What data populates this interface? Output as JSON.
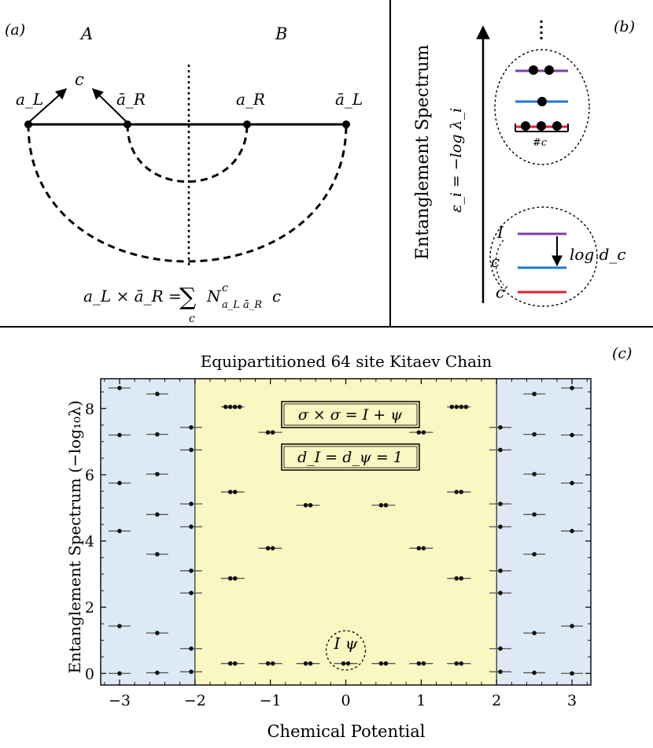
{
  "panel_a": {
    "tag": "(a)",
    "region_a": "A",
    "region_b": "B",
    "label_c": "c",
    "label_aL": "a_L",
    "label_abarR": "ā_R",
    "label_aR": "a_R",
    "label_abarL": "ā_L",
    "fusion_lhs": "a_L × ā_R =",
    "fusion_sum": "∑",
    "fusion_sum_sub": "c",
    "fusion_N": "N",
    "fusion_sup": "c",
    "fusion_sub": "a_L ā_R",
    "fusion_tail": "c"
  },
  "panel_b": {
    "tag": "(b)",
    "axis_title": "Entanglement Spectrum",
    "axis_formula": "ε_i = −log λ_i",
    "count_label": "#c",
    "level_I": "I",
    "level_c": "c",
    "level_cprime": "c′",
    "gap_label": "log d_c",
    "colors": {
      "purple": "#7b3fa6",
      "blue": "#1f78c8",
      "red": "#e0202a"
    }
  },
  "panel_c": {
    "tag": "(c)",
    "box1": "σ × σ = I + ψ",
    "box2": "d_I = d_ψ = 1",
    "circle_label": "I ψ",
    "colors": {
      "topological": "#fbf7c2",
      "trivial": "#dde9f5"
    }
  },
  "chart_data": {
    "type": "scatter",
    "title": "Equipartitioned 64 site Kitaev Chain",
    "xlabel": "Chemical Potential",
    "ylabel": "Entanglement Spectrum (−log₁₀λ)",
    "xlim": [
      -3.25,
      3.25
    ],
    "ylim": [
      -0.35,
      8.9
    ],
    "xticks": [
      -3,
      -2,
      -1,
      0,
      1,
      2,
      3
    ],
    "xtick_labels": [
      "−3",
      "−2",
      "−1",
      "0",
      "1",
      "2",
      "3"
    ],
    "yticks": [
      0,
      2,
      4,
      6,
      8
    ],
    "ytick_labels": [
      "0",
      "2",
      "4",
      "6",
      "8"
    ],
    "shaded_regions": [
      {
        "x0": -3.25,
        "x1": -2,
        "label": "trivial"
      },
      {
        "x0": -2,
        "x1": 2,
        "label": "topological"
      },
      {
        "x0": 2,
        "x1": 3.25,
        "label": "trivial"
      }
    ],
    "columns": [
      {
        "x": -3.0,
        "dots": 1,
        "levels": [
          0.0,
          1.43,
          4.3,
          5.75,
          7.2,
          8.62
        ]
      },
      {
        "x": -2.5,
        "dots": 1,
        "levels": [
          0.02,
          1.22,
          3.6,
          4.8,
          6.02,
          7.22,
          8.44
        ]
      },
      {
        "x": -2.05,
        "dots": 1,
        "levels": [
          0.05,
          0.75,
          2.43,
          3.1,
          4.43,
          5.12,
          6.75,
          7.43
        ]
      },
      {
        "x": -1.5,
        "dots": 2,
        "levels": [
          0.3,
          2.87,
          5.48,
          8.05
        ]
      },
      {
        "x": -1.0,
        "dots": 2,
        "levels": [
          0.3,
          3.78,
          7.28
        ]
      },
      {
        "x": -0.5,
        "dots": 2,
        "levels": [
          0.3,
          5.08
        ]
      },
      {
        "x": 0.0,
        "dots": 2,
        "levels": [
          0.3
        ]
      },
      {
        "x": 0.5,
        "dots": 2,
        "levels": [
          0.3,
          5.08
        ]
      },
      {
        "x": 1.0,
        "dots": 2,
        "levels": [
          0.3,
          3.78,
          7.28
        ]
      },
      {
        "x": 1.5,
        "dots": 2,
        "levels": [
          0.3,
          2.87,
          5.48,
          8.05
        ]
      },
      {
        "x": 2.05,
        "dots": 1,
        "levels": [
          0.05,
          0.75,
          2.43,
          3.1,
          4.43,
          5.12,
          6.75,
          7.43
        ]
      },
      {
        "x": 2.5,
        "dots": 1,
        "levels": [
          0.02,
          1.22,
          3.6,
          4.8,
          6.02,
          7.22,
          8.44
        ]
      },
      {
        "x": 3.0,
        "dots": 1,
        "levels": [
          0.0,
          1.43,
          4.3,
          5.75,
          7.2,
          8.62
        ]
      }
    ]
  }
}
